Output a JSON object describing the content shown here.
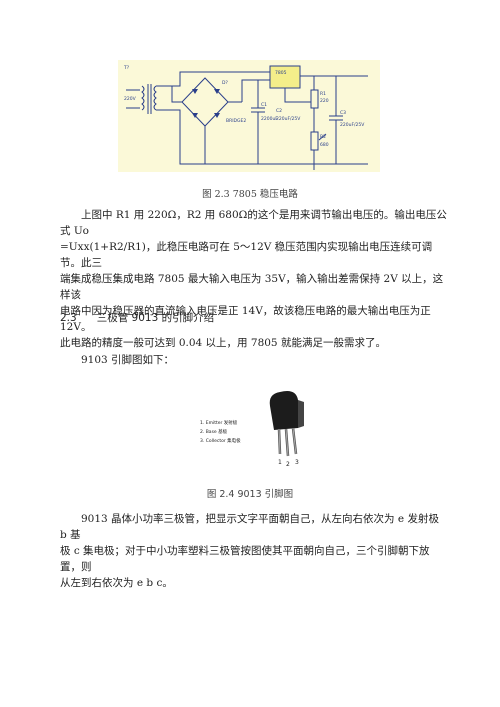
{
  "figure1": {
    "caption": "图 2.3 7805 稳压电路",
    "labels": {
      "transformer": "T?",
      "input_v": "220V",
      "bridge": "D?",
      "ic": "7805",
      "c1": "C1",
      "c1_val": "2200uF",
      "c2": "C2",
      "c2_val": "220uF/25V",
      "c3": "C3",
      "c3_val": "220uF/25V",
      "r1": "R1",
      "r1_val": "220",
      "r2": "R2",
      "r2_val": "680",
      "bridge_part": "BRIDGE2"
    }
  },
  "paragraph1": {
    "line1": "上图中 R1 用 220Ω，R2 用 680Ω的这个是用来调节输出电压的。输出电压公式 Uo",
    "line2": "=Uxx(1+R2/R1)，此稳压电路可在 5～12V 稳压范围内实现输出电压连续可调节。此三",
    "line3": "端集成稳压集成电路 7805 最大输入电压为 35V，输入输出差需保持 2V 以上，这样该",
    "line4": "电路中因为稳压器的直流输入电压是正 14V，故该稳压电路的最大输出电压为正 12V。",
    "line5": "此电路的精度一般可达到 0.04 以上，用 7805 就能满足一般需求了。"
  },
  "section": {
    "number": "2.3",
    "title": "三极管 9013 的引脚介绍"
  },
  "lead_text": "9103 引脚图如下：",
  "figure2": {
    "pins": [
      "1. Emitter 发射极",
      "2. Base 基极",
      "3. Collector 集电极"
    ],
    "pin_numbers": [
      "1",
      "2",
      "3"
    ],
    "caption": "图 2.4 9013 引脚图"
  },
  "paragraph2": {
    "line1": "9013 晶体小功率三极管，把显示文字平面朝自己，从左向右依次为 e 发射极 b 基",
    "line2": "极 c 集电极；对于中小功率塑料三极管按图使其平面朝向自己，三个引脚朝下放置，则",
    "line3": "从左到右依次为 e b c。"
  }
}
